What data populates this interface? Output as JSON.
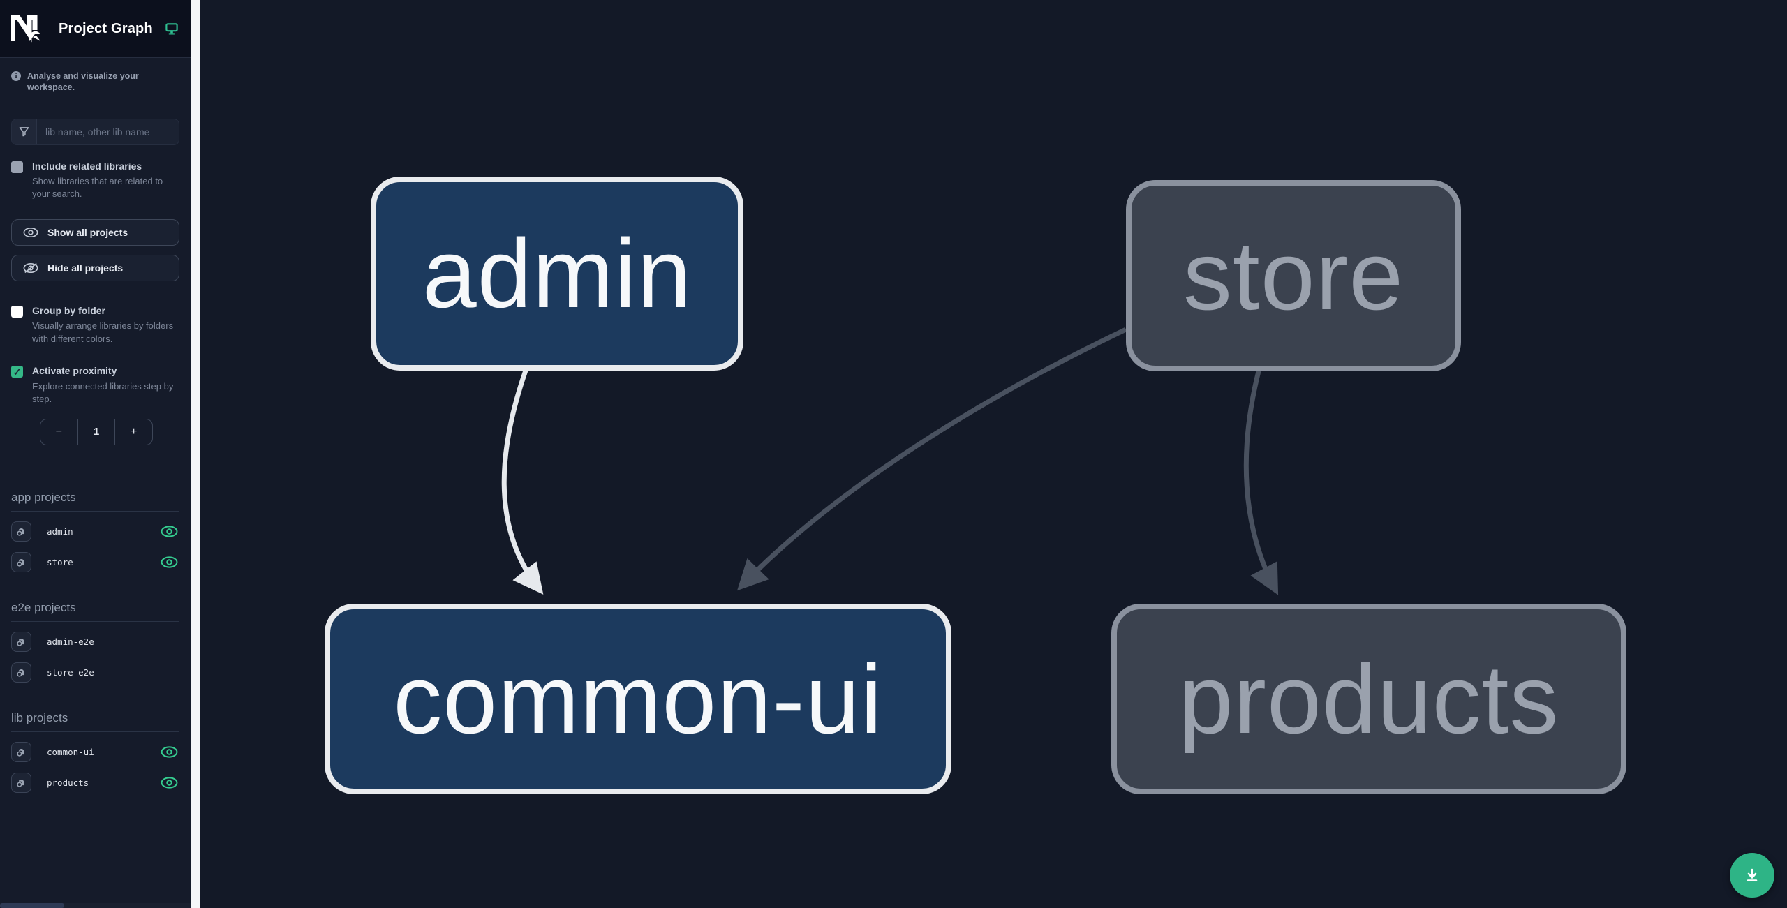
{
  "header": {
    "logo": "Nx",
    "title": "Project Graph"
  },
  "intro": {
    "text": "Analyse and visualize your workspace."
  },
  "search": {
    "placeholder": "lib name, other lib name",
    "value": ""
  },
  "options": {
    "include_related": {
      "label": "Include related libraries",
      "description": "Show libraries that are related to your search.",
      "checked": false
    },
    "show_all_label": "Show all projects",
    "hide_all_label": "Hide all projects",
    "group_by_folder": {
      "label": "Group by folder",
      "description": "Visually arrange libraries by folders with different colors.",
      "checked": false
    },
    "activate_proximity": {
      "label": "Activate proximity",
      "description": "Explore connected libraries step by step.",
      "checked": true,
      "check_glyph": "✓"
    },
    "stepper": {
      "decrement": "−",
      "value": "1",
      "increment": "+"
    }
  },
  "sidebar": {
    "sections": [
      {
        "title": "app projects",
        "items": [
          {
            "name": "admin",
            "visible": true
          },
          {
            "name": "store",
            "visible": true
          }
        ]
      },
      {
        "title": "e2e projects",
        "items": [
          {
            "name": "admin-e2e",
            "visible": false
          },
          {
            "name": "store-e2e",
            "visible": false
          }
        ]
      },
      {
        "title": "lib projects",
        "items": [
          {
            "name": "common-ui",
            "visible": true
          },
          {
            "name": "products",
            "visible": true
          }
        ]
      }
    ]
  },
  "graph": {
    "nodes": [
      {
        "id": "admin",
        "label": "admin",
        "state": "focused"
      },
      {
        "id": "store",
        "label": "store",
        "state": "dimmed"
      },
      {
        "id": "common-ui",
        "label": "common-ui",
        "state": "focused"
      },
      {
        "id": "products",
        "label": "products",
        "state": "dimmed"
      }
    ],
    "edges": [
      {
        "from": "admin",
        "to": "common-ui",
        "style": "highlighted"
      },
      {
        "from": "store",
        "to": "common-ui",
        "style": "dimmed"
      },
      {
        "from": "store",
        "to": "products",
        "style": "dimmed"
      }
    ]
  },
  "fab": {
    "icon": "download-icon"
  },
  "colors": {
    "accent_teal": "#2eb486",
    "eye_green": "#35cd90",
    "checkbox_checked": "#35b887",
    "node_focused_fill": "#1c3a5e",
    "node_focused_border": "#e9ebee",
    "node_dimmed_fill": "#3b424f",
    "node_dimmed_border": "#8a919e",
    "edge_highlighted": "#e6e9ed",
    "edge_dimmed": "#49515f",
    "sidebar_bg": "#151b2a",
    "canvas_bg": "#131927"
  }
}
